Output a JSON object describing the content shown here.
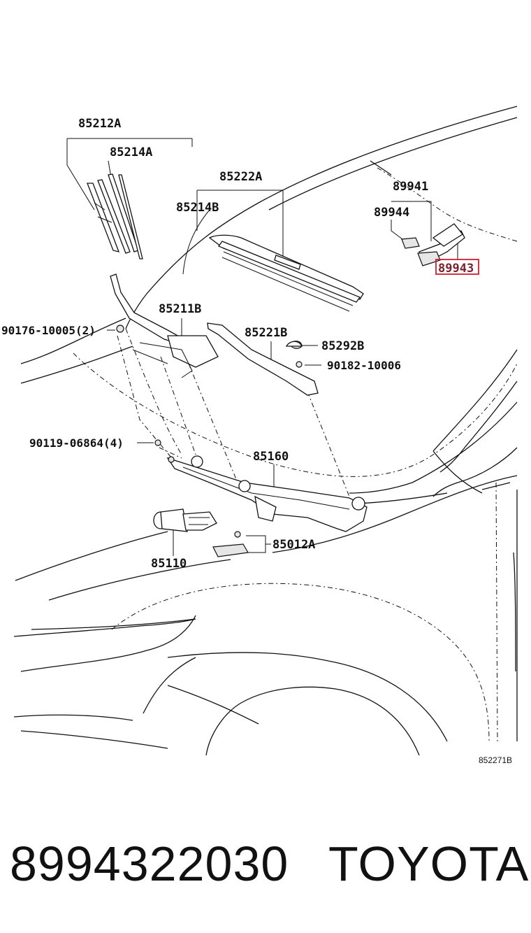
{
  "callouts": {
    "c85212A": "85212A",
    "c85214A": "85214A",
    "c85222A": "85222A",
    "c85214B": "85214B",
    "c89941": "89941",
    "c89944": "89944",
    "c89943": "89943",
    "c90176": "90176-10005(2)",
    "c85211B": "85211B",
    "c85221B": "85221B",
    "c85292B": "85292B",
    "c90182": "90182-10006",
    "c90119": "90119-06864(4)",
    "c85160": "85160",
    "c85012A": "85012A",
    "c85110": "85110"
  },
  "figure_number": "852271B",
  "footer": {
    "part_number": "8994322030",
    "brand": "TOYOTA"
  },
  "highlight_color": "#d21f2b"
}
